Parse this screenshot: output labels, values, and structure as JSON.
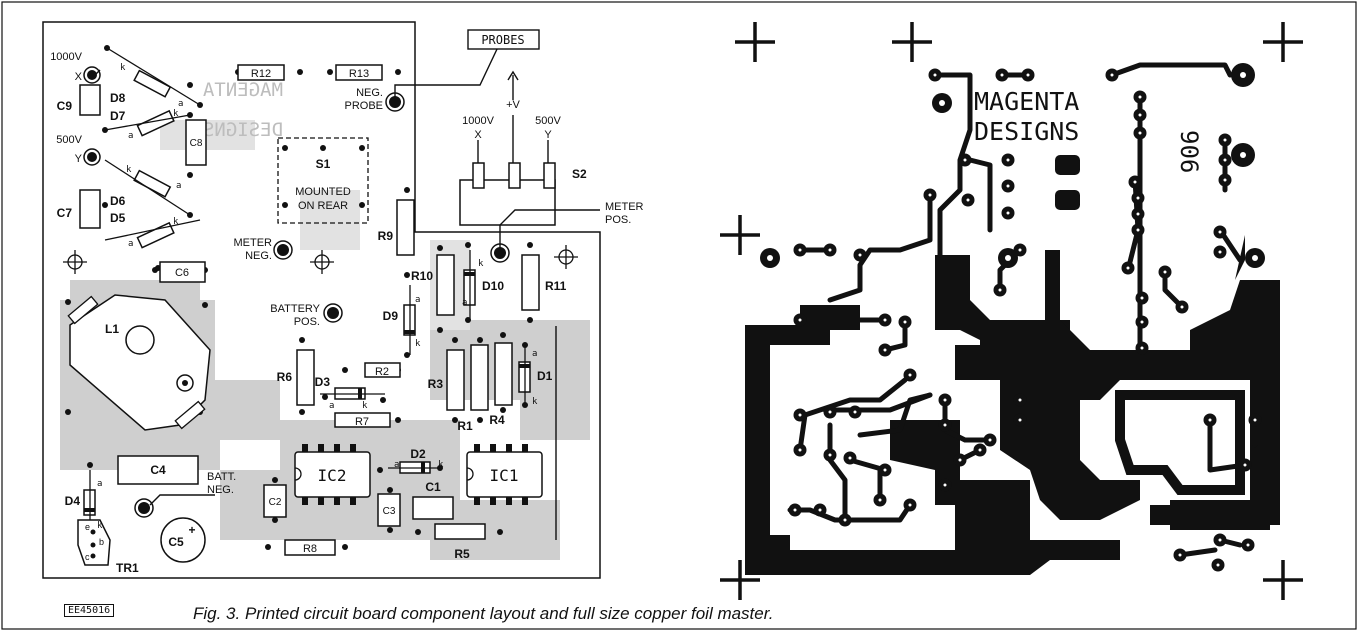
{
  "figure": {
    "caption": "Fig. 3. Printed circuit board component layout and full size copper foil master.",
    "ref_tag": "EE45016"
  },
  "component_layout": {
    "silk_reversed": [
      "MAGENTA",
      "DESIGNS"
    ],
    "switch_s1": [
      "S1",
      "MOUNTED",
      "ON REAR"
    ],
    "probes_box": "PROBES",
    "s2": {
      "label": "S2",
      "left": "1000V",
      "left_sub": "X",
      "mid": "+V",
      "right": "500V",
      "right_sub": "Y"
    },
    "terminals": {
      "v1000": [
        "1000V",
        "X"
      ],
      "v500": [
        "500V",
        "Y"
      ],
      "neg_probe": [
        "NEG.",
        "PROBE"
      ],
      "meter_neg": [
        "METER",
        "NEG."
      ],
      "meter_pos": [
        "METER",
        "POS."
      ],
      "battery_pos": [
        "BATTERY",
        "POS."
      ],
      "batt_neg": [
        "BATT.",
        "NEG."
      ]
    },
    "resistors": [
      "R12",
      "R13",
      "R9",
      "R10",
      "R11",
      "R2",
      "R3",
      "R1",
      "R4",
      "R6",
      "R7",
      "R8",
      "R5"
    ],
    "diodes": [
      "D8",
      "D7",
      "D6",
      "D5",
      "D10",
      "D9",
      "D3",
      "D1",
      "D2",
      "D4"
    ],
    "capacitors": [
      "C9",
      "C8",
      "C7",
      "C6",
      "C4",
      "C2",
      "C3",
      "C1",
      "C5"
    ],
    "ics": [
      "IC2",
      "IC1"
    ],
    "inductor": "L1",
    "transistor": {
      "name": "TR1",
      "pins": [
        "e",
        "b",
        "c"
      ]
    },
    "diode_marks": {
      "anode": "a",
      "cathode": "k"
    },
    "plus": "+"
  },
  "copper_master": {
    "title_lines": [
      "MAGENTA",
      "DESIGNS"
    ],
    "board_number": "906"
  }
}
